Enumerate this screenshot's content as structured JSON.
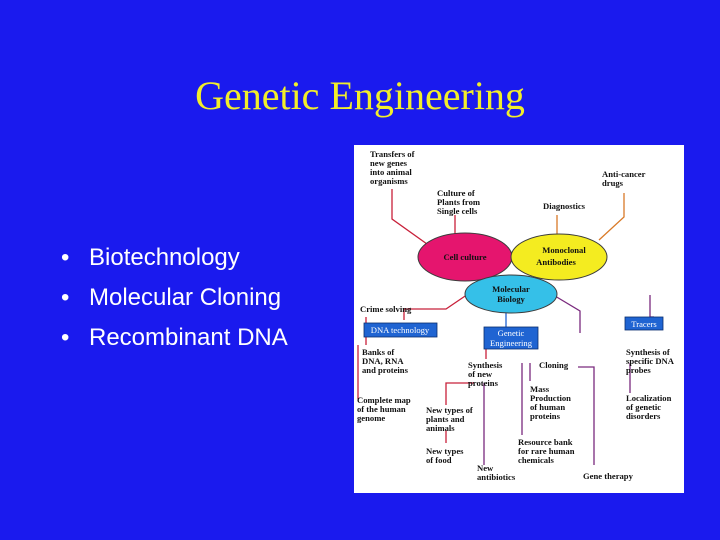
{
  "slide": {
    "title": "Genetic Engineering",
    "bullets": [
      "Biotechnology",
      "Molecular Cloning",
      "Recombinant DNA"
    ]
  },
  "diagram": {
    "center": [
      "Molecular",
      "Biology"
    ],
    "cell_culture": "Cell culture",
    "monoclonal": [
      "Monoclonal",
      "Antibodies"
    ],
    "dna_technology": "DNA technology",
    "genetic_engineering": [
      "Genetic",
      "Engineering"
    ],
    "tracers": "Tracers",
    "transfers": [
      "Transfers of",
      "new genes",
      "into animal",
      "organisms"
    ],
    "culture_plants": [
      "Culture of",
      "Plants from",
      "Single cells"
    ],
    "diagnostics": "Diagnostics",
    "anticancer": [
      "Anti-cancer",
      "drugs"
    ],
    "crime_solving": "Crime solving",
    "banks": [
      "Banks of",
      "DNA, RNA",
      "and proteins"
    ],
    "complete_map": [
      "Complete map",
      "of the human",
      "genome"
    ],
    "synthesis_proteins": [
      "Synthesis",
      "of new",
      "proteins"
    ],
    "cloning": "Cloning",
    "mass_production": [
      "Mass",
      "Production",
      "of human",
      "proteins"
    ],
    "new_types_plants": [
      "New types of",
      "plants and",
      "animals"
    ],
    "new_types_food": [
      "New types",
      "of food"
    ],
    "resource_bank": [
      "Resource bank",
      "for rare human",
      "chemicals"
    ],
    "new_antibiotics": [
      "New",
      "antibiotics"
    ],
    "gene_therapy": "Gene therapy",
    "synthesis_probes": [
      "Synthesis of",
      "specific DNA",
      "probes"
    ],
    "localization": [
      "Localization",
      "of genetic",
      "disorders"
    ]
  },
  "colors": {
    "background": "#1a1aee",
    "title": "#f2ee2a",
    "cell_culture_fill": "#e5156e",
    "monoclonal_fill": "#f4ec20",
    "center_fill": "#35c0e8",
    "box_fill": "#1f64d2",
    "line_red": "#c8203a",
    "line_orange": "#d97a28",
    "line_purple": "#7a2a7e"
  }
}
